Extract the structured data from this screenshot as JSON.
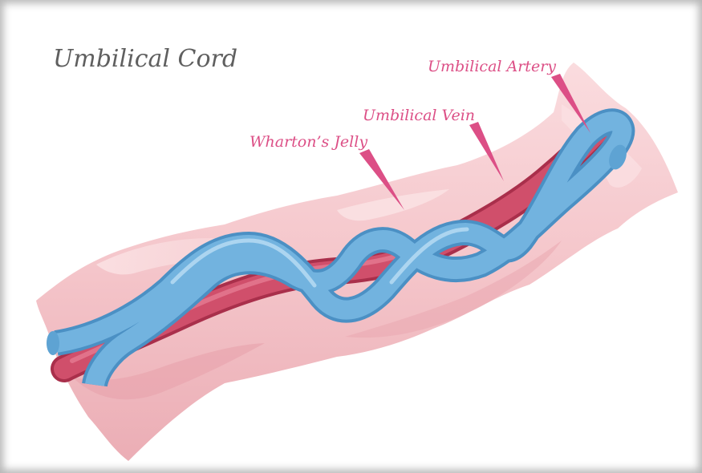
{
  "title": "Umbilical Cord",
  "labels": {
    "artery": "Umbilical Artery",
    "vein": "Umbilical Vein",
    "jelly": "Wharton’s Jelly"
  },
  "colors": {
    "label": "#dc4f86",
    "title": "#5f5f5f",
    "jelly": "#f4c4c8",
    "artery": "#cf4a66",
    "vein": "#6fb0dd"
  }
}
